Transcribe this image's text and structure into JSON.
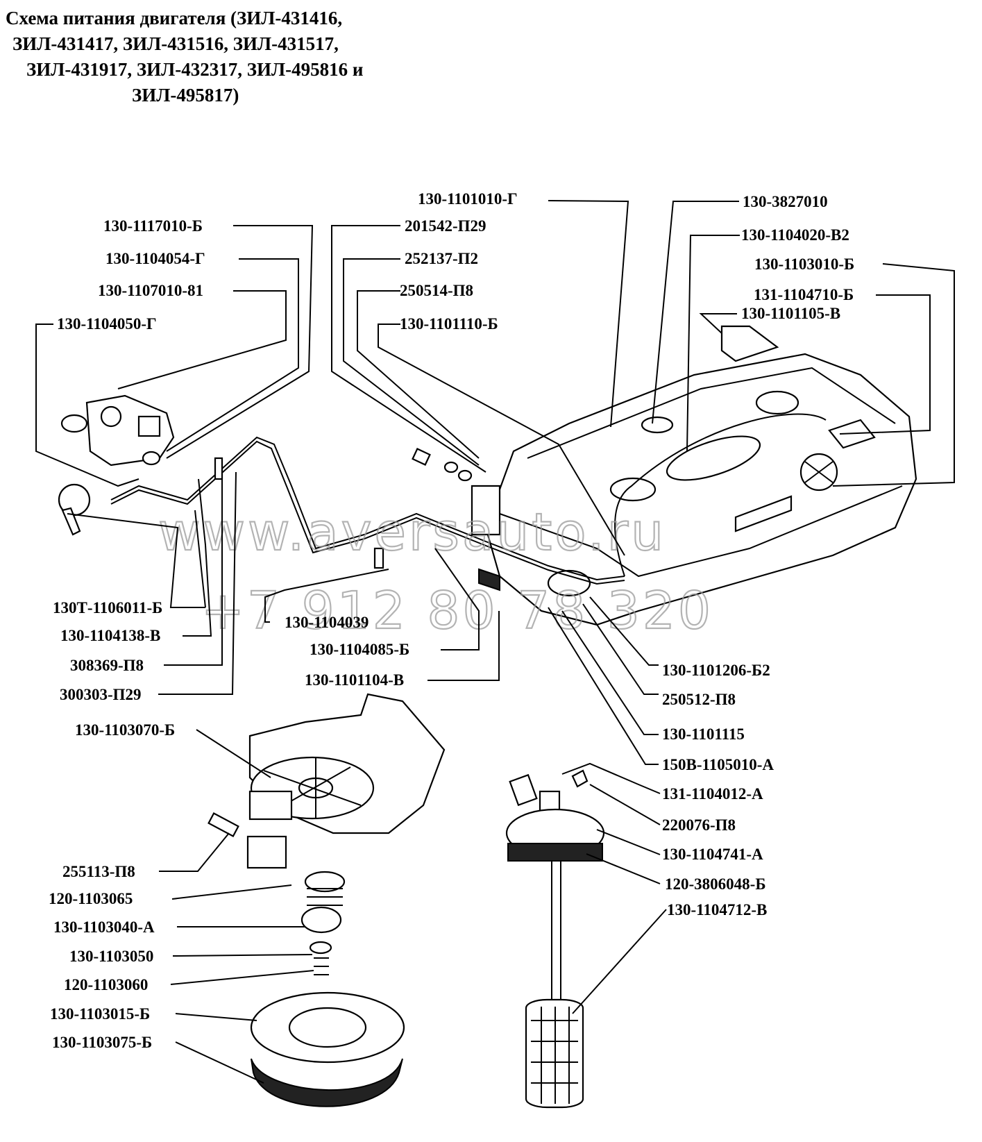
{
  "title": {
    "line1": "Схема питания двигателя (ЗИЛ-431416,",
    "line2": "ЗИЛ-431417, ЗИЛ-431516, ЗИЛ-431517,",
    "line3": "ЗИЛ-431917, ЗИЛ-432317, ЗИЛ-495816 и",
    "line4": "ЗИЛ-495817)"
  },
  "watermark": {
    "site": "www.aversauto.ru",
    "phone": "+7 912 80 78 320"
  },
  "labels": {
    "p130_1101010_G": "130-1101010-Г",
    "p130_1117010_B": "130-1117010-Б",
    "p201542_P29": "201542-П29",
    "p130_1104054_G": "130-1104054-Г",
    "p252137_P2": "252137-П2",
    "p130_1107010_81": "130-1107010-81",
    "p250514_P8": "250514-П8",
    "p130_1104050_G": "130-1104050-Г",
    "p130_1101110_B": "130-1101110-Б",
    "p130_3827010": "130-3827010",
    "p130_1104020_V2": "130-1104020-В2",
    "p130_1103010_B": "130-1103010-Б",
    "p131_1104710_B": "131-1104710-Б",
    "p130_1101105_V": "130-1101105-В",
    "p130T_1106011_B": "130Т-1106011-Б",
    "p130_1104138_V": "130-1104138-В",
    "p130_1104039": "130-1104039",
    "p130_1104085_B": "130-1104085-Б",
    "p308369_P8": "308369-П8",
    "p130_1101104_V": "130-1101104-В",
    "p300303_P29": "300303-П29",
    "p130_1101206_B2": "130-1101206-Б2",
    "p250512_P8": "250512-П8",
    "p130_1101115": "130-1101115",
    "p150V_1105010_A": "150В-1105010-А",
    "p130_1103070_B": "130-1103070-Б",
    "p131_1104012_A": "131-1104012-А",
    "p220076_P8": "220076-П8",
    "p130_1104741_A": "130-1104741-А",
    "p255113_P8": "255113-П8",
    "p120_3806048_B": "120-3806048-Б",
    "p120_1103065": "120-1103065",
    "p130_1104712_V": "130-1104712-В",
    "p130_1103040_A": "130-1103040-А",
    "p130_1103050": "130-1103050",
    "p120_1103060": "120-1103060",
    "p130_1103015_B": "130-1103015-Б",
    "p130_1103075_B": "130-1103075-Б"
  }
}
